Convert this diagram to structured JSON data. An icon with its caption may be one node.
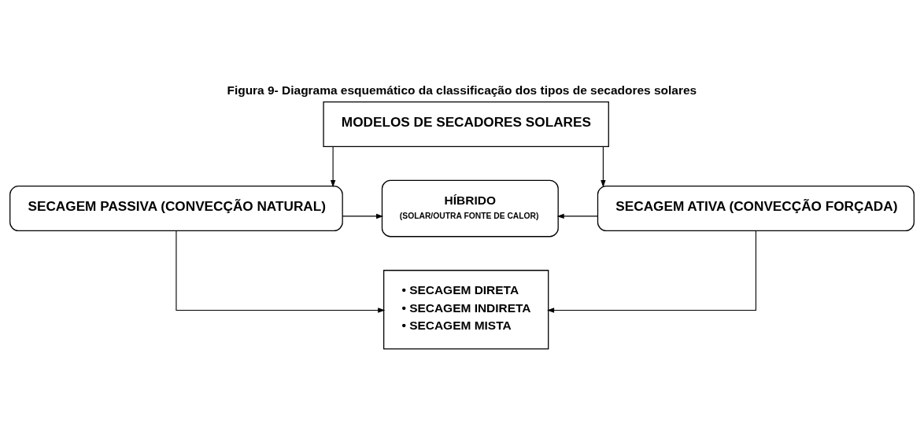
{
  "diagram": {
    "title": "Figura 9- Diagrama esquemático da classificação dos tipos de secadores solares",
    "nodes": [
      {
        "text": [
          "MODELOS DE SECADORES SOLARES"
        ]
      },
      {
        "text": [
          "SECAGEM PASSIVA (CONVECÇÃO NATURAL)"
        ]
      },
      {
        "text": [
          "HÍBRIDO",
          "(SOLAR/OUTRA FONTE DE CALOR)"
        ]
      },
      {
        "text": [
          "SECAGEM ATIVA (CONVECÇÃO FORÇADA)"
        ]
      },
      {
        "text": [
          "• SECAGEM DIRETA",
          "• SECAGEM INDIRETA",
          "• SECAGEM MISTA"
        ]
      }
    ],
    "edges": [
      {
        "from": 0,
        "to": 1,
        "arrow": "to"
      },
      {
        "from": 0,
        "to": 3,
        "arrow": "to"
      },
      {
        "from": 1,
        "to": 2,
        "arrow": "to"
      },
      {
        "from": 3,
        "to": 2,
        "arrow": "to"
      },
      {
        "from": 1,
        "to": 4,
        "arrow": "to"
      },
      {
        "from": 3,
        "to": 4,
        "arrow": "to"
      }
    ]
  }
}
